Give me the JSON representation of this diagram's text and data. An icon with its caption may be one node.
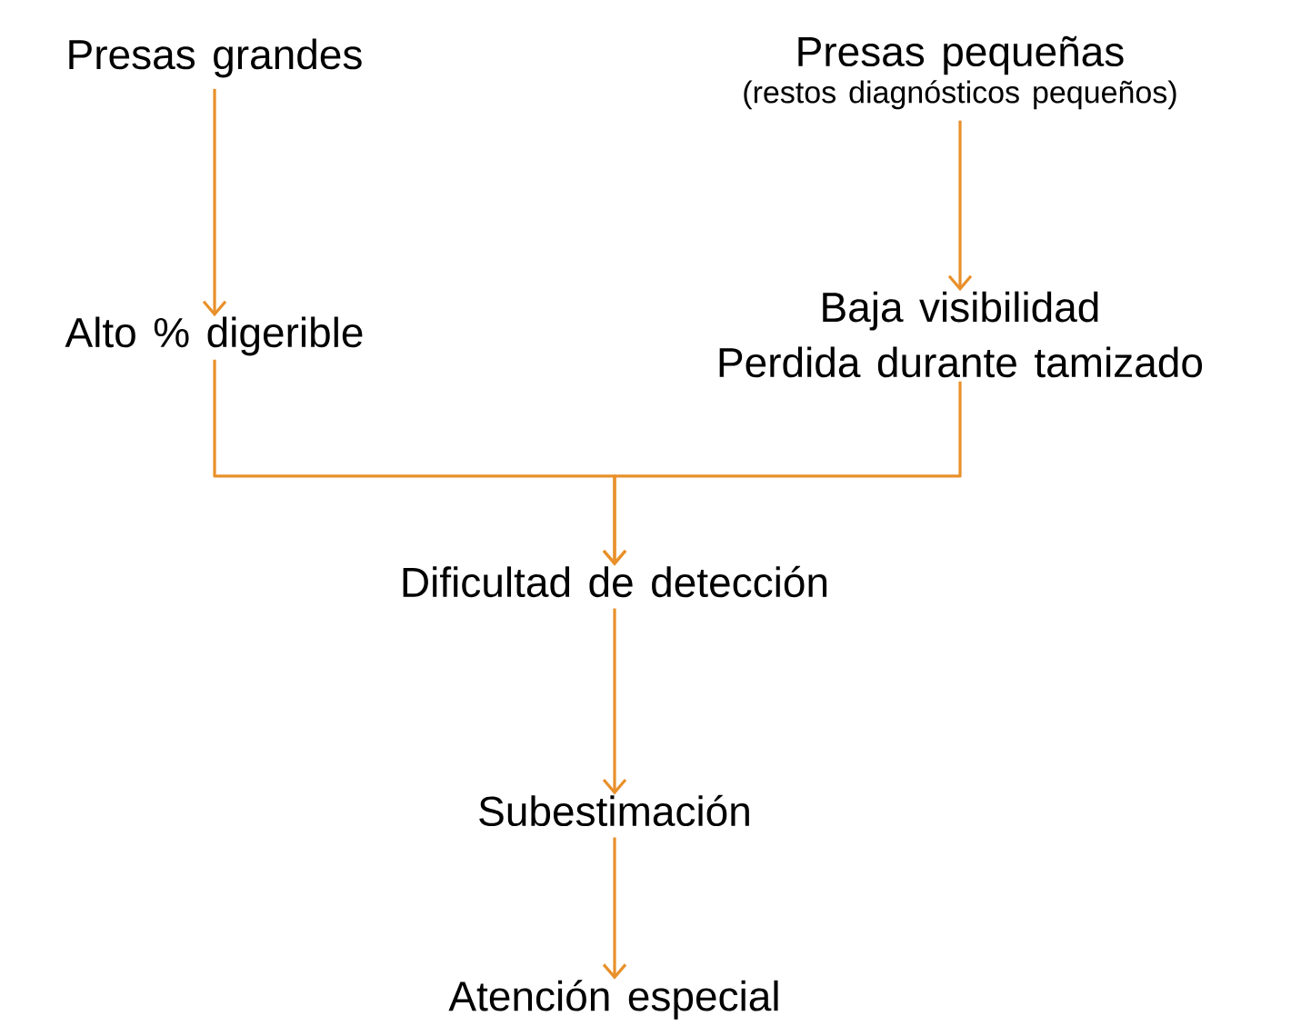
{
  "diagram": {
    "nodes": [
      {
        "text": [
          "Presas grandes"
        ]
      },
      {
        "text": [
          "Presas pequeñas",
          "(restos diagnósticos pequeños)"
        ]
      },
      {
        "text": [
          "Alto % digerible"
        ]
      },
      {
        "text": [
          "Baja visibilidad",
          "Perdida durante tamizado"
        ]
      },
      {
        "text": [
          "Dificultad de detección"
        ]
      },
      {
        "text": [
          "Subestimación"
        ]
      },
      {
        "text": [
          "Atención especial"
        ]
      }
    ],
    "edges": [
      {
        "from": 0,
        "to": 2,
        "arrow": "to"
      },
      {
        "from": 1,
        "to": 3,
        "arrow": "to"
      },
      {
        "from": 2,
        "to": 4,
        "arrow": "to"
      },
      {
        "from": 3,
        "to": 4,
        "arrow": "to"
      },
      {
        "from": 4,
        "to": 5,
        "arrow": "to"
      },
      {
        "from": 5,
        "to": 6,
        "arrow": "to"
      }
    ]
  }
}
